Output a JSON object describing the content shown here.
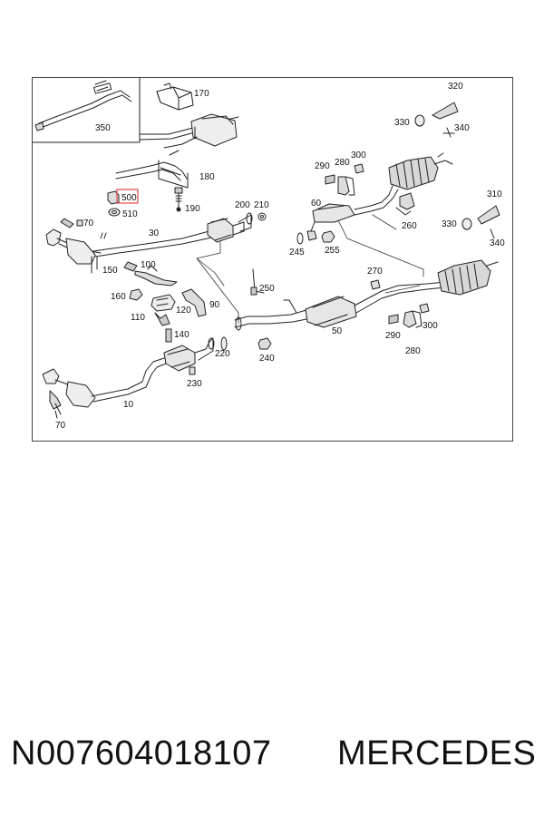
{
  "diagram": {
    "labels": [
      "350",
      "170",
      "180",
      "190",
      "500",
      "510",
      "70",
      "30",
      "200",
      "210",
      "150",
      "100",
      "160",
      "90",
      "110",
      "120",
      "140",
      "220",
      "230",
      "240",
      "250",
      "60",
      "245",
      "255",
      "260",
      "290",
      "280",
      "300",
      "320",
      "330",
      "340",
      "310",
      "270",
      "50",
      "10"
    ],
    "highlighted_label": "500",
    "highlight_color": "#e0474c"
  },
  "footer": {
    "part_number": "N007604018107",
    "brand": "MERCEDES"
  }
}
